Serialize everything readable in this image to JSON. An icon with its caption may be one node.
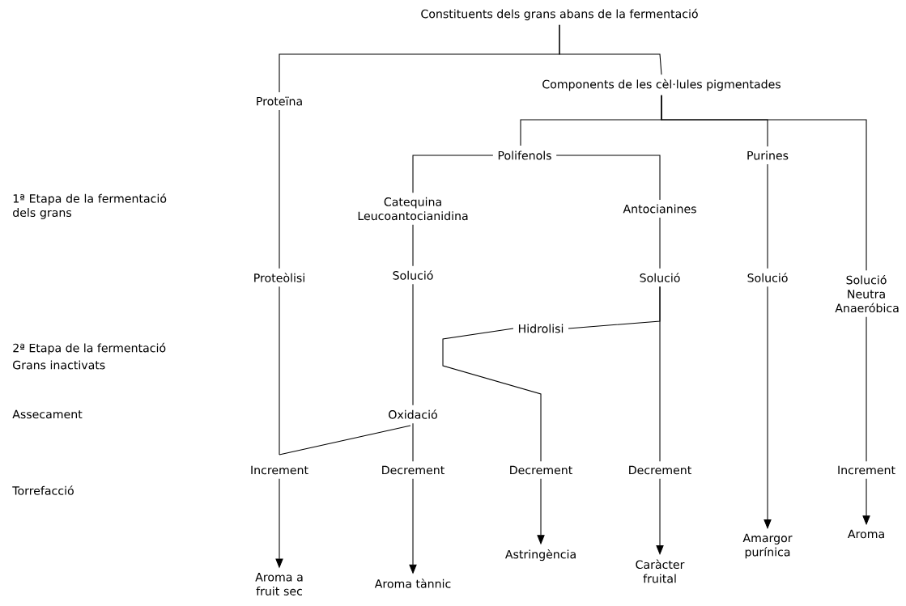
{
  "diagram": {
    "nodes": [
      {
        "text": [
          "Constituents dels grans abans de la fermentació"
        ]
      },
      {
        "text": [
          "Proteïna"
        ]
      },
      {
        "text": [
          "Components de les cèl·lules pigmentades"
        ]
      },
      {
        "text": [
          "Polifenols"
        ]
      },
      {
        "text": [
          "Purines"
        ]
      },
      {
        "text": [
          "Catequina Leucoantocianidina"
        ]
      },
      {
        "text": [
          "Antocianines"
        ]
      },
      {
        "text": [
          "Proteòlisi"
        ]
      },
      {
        "text": [
          "Solució"
        ]
      },
      {
        "text": [
          "Solució"
        ]
      },
      {
        "text": [
          "Solució"
        ]
      },
      {
        "text": [
          "Solució Neutra Anaeróbica"
        ]
      },
      {
        "text": [
          "Hidrolisi"
        ]
      },
      {
        "text": [
          "Oxidació"
        ]
      },
      {
        "text": [
          "Increment"
        ]
      },
      {
        "text": [
          "Decrement"
        ]
      },
      {
        "text": [
          "Decrement"
        ]
      },
      {
        "text": [
          "Decrement"
        ]
      },
      {
        "text": [
          "Increment"
        ]
      },
      {
        "text": [
          "Aroma a fruit sec"
        ]
      },
      {
        "text": [
          "Aroma tànnic"
        ]
      },
      {
        "text": [
          "Astringència"
        ]
      },
      {
        "text": [
          "Caràcter fruital"
        ]
      },
      {
        "text": [
          "Amargor purínica"
        ]
      },
      {
        "text": [
          "Aroma"
        ]
      }
    ],
    "edges": [
      {
        "from": 0,
        "to": 1,
        "arrow": "none"
      },
      {
        "from": 0,
        "to": 2,
        "arrow": "none"
      },
      {
        "from": 2,
        "to": 3,
        "arrow": "none"
      },
      {
        "from": 2,
        "to": 4,
        "arrow": "none"
      },
      {
        "from": 2,
        "to": 11,
        "arrow": "none"
      },
      {
        "from": 3,
        "to": 5,
        "arrow": "none"
      },
      {
        "from": 3,
        "to": 6,
        "arrow": "none"
      },
      {
        "from": 1,
        "to": 7,
        "arrow": "none"
      },
      {
        "from": 5,
        "to": 8,
        "arrow": "none"
      },
      {
        "from": 6,
        "to": 9,
        "arrow": "none"
      },
      {
        "from": 4,
        "to": 10,
        "arrow": "none"
      },
      {
        "from": 8,
        "to": 13,
        "arrow": "none"
      },
      {
        "from": 9,
        "to": 12,
        "arrow": "none"
      },
      {
        "from": 9,
        "to": 17,
        "arrow": "none"
      },
      {
        "from": 12,
        "to": 16,
        "arrow": "none"
      },
      {
        "from": 7,
        "to": 14,
        "arrow": "none"
      },
      {
        "from": 13,
        "to": 14,
        "arrow": "none"
      },
      {
        "from": 13,
        "to": 15,
        "arrow": "none"
      },
      {
        "from": 11,
        "to": 18,
        "arrow": "none"
      },
      {
        "from": 10,
        "to": 23,
        "arrow": "to"
      },
      {
        "from": 14,
        "to": 19,
        "arrow": "to"
      },
      {
        "from": 15,
        "to": 20,
        "arrow": "to"
      },
      {
        "from": 16,
        "to": 21,
        "arrow": "to"
      },
      {
        "from": 17,
        "to": 22,
        "arrow": "to"
      },
      {
        "from": 18,
        "to": 24,
        "arrow": "to"
      }
    ],
    "labels": [
      "1ª Etapa de la fermentació dels grans",
      "2ª Etapa de la fermentació",
      "Grans inactivats",
      "Assecament",
      "Torrefacció"
    ]
  }
}
